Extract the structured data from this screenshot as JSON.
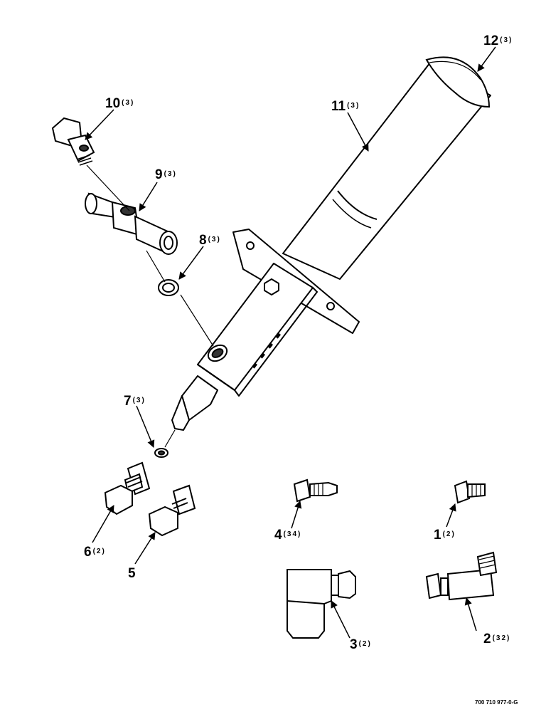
{
  "callouts": {
    "c1": {
      "number": "1",
      "qty": "(2)"
    },
    "c2": {
      "number": "2",
      "qty": "(32)"
    },
    "c3": {
      "number": "3",
      "qty": "(2)"
    },
    "c4": {
      "number": "4",
      "qty": "(34)"
    },
    "c5": {
      "number": "5",
      "qty": ""
    },
    "c6": {
      "number": "6",
      "qty": "(2)"
    },
    "c7": {
      "number": "7",
      "qty": "(3)"
    },
    "c8": {
      "number": "8",
      "qty": "(3)"
    },
    "c9": {
      "number": "9",
      "qty": "(3)"
    },
    "c10": {
      "number": "10",
      "qty": "(3)"
    },
    "c11": {
      "number": "11",
      "qty": "(3)"
    },
    "c12": {
      "number": "12",
      "qty": "(3)"
    }
  },
  "part_number": "700 710 977-0-G"
}
